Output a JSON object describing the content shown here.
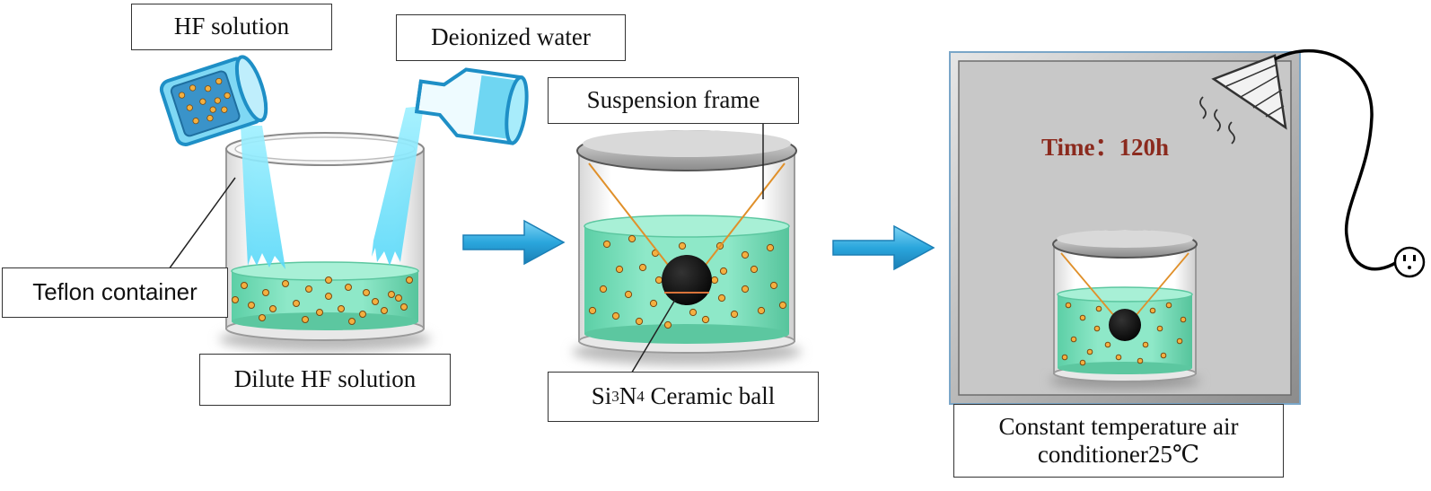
{
  "labels": {
    "hf_solution": "HF solution",
    "deionized_water": "Deionized water",
    "teflon_container": "Teflon container",
    "dilute_hf_solution": "Dilute HF solution",
    "suspension_frame": "Suspension frame",
    "ceramic_ball": {
      "si": "Si",
      "sub1": "3",
      "n": "N",
      "sub2": "4",
      "rest": " Ceramic ball"
    },
    "air_conditioner": {
      "line1": "Constant temperature air",
      "line2": "conditioner25℃"
    },
    "time": "Time：120h"
  },
  "colors": {
    "solution": "#7fe0c0",
    "particle": "#f4b040",
    "arrow": "#2aa6dd",
    "time_text": "#8b2a1e",
    "chamber": "#c8c8c8",
    "ball": "#0a0a0a",
    "string": "#e0902a"
  }
}
